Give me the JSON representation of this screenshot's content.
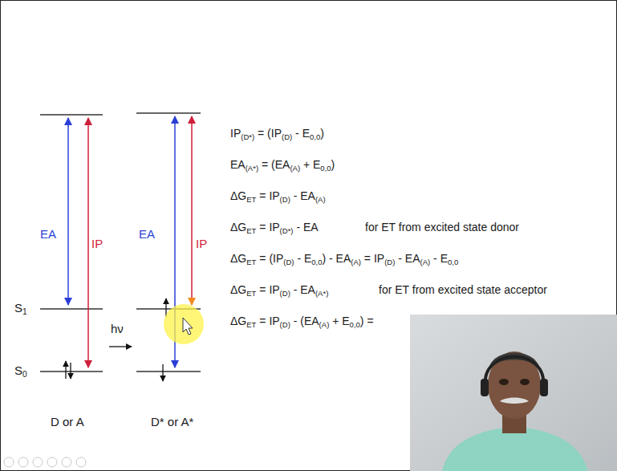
{
  "diagram": {
    "labels": [
      "EA",
      "IP",
      "EA",
      "IP",
      "S1",
      "S0",
      "hν",
      "D or A",
      "D* or A*",
      "IP(D*) = (IP(D) - E0,0)",
      "EA(A*) = (EA(A) + E0,0)",
      "ΔGET = IP(D) - EA(A)",
      "ΔGET = IP(D*) - EA",
      "for ET from excited state donor",
      "ΔGET = (IP(D) - E0,0) - EA(A) = IP(D) - EA(A) - E0,0",
      "ΔGET = IP(D) - EA(A*)",
      "for ET from excited state acceptor",
      "ΔGET = IP(D) - (EA(A) + E0,0) ="
    ]
  }
}
